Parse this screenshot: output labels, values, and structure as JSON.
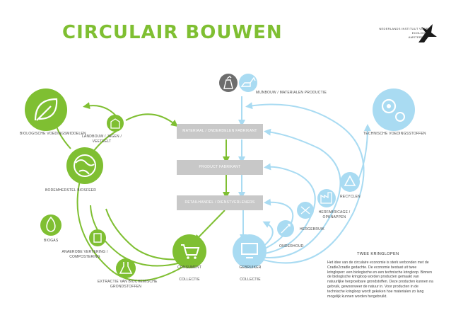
{
  "header": {
    "title": "CIRCULAIR BOUWEN",
    "brand_lines": [
      "NEDERLANDS INSTITUUT VOOR",
      "ECOLOGIE",
      "AMSTERDAM"
    ]
  },
  "colors": {
    "green": "#7fbf32",
    "blue": "#a9dbf2",
    "box": "#c8c8c8",
    "logo": "#1a1a1a"
  },
  "stages": {
    "mining": "MIJNBOUW / MATERIALEN PRODUCTIE",
    "material_factory": "MATERIAAL / ONDERDELEN FABRIKANT",
    "product_factory": "PRODUCT FABRIKANT",
    "retail": "DETAILHANDEL / DIENSTVERLENERS"
  },
  "biological": {
    "nutrients": "BIOLOGISCHE VOEDINGSMIDDELEN",
    "agriculture": [
      "LANDBOUW / JAGEN /",
      "VEETEELT"
    ],
    "soil": "BODEMHERSTEL BIOSFEER",
    "biogas": "BIOGAS",
    "digestion": [
      "ANAEROBE VERTERING /",
      "COMPOSTERING"
    ],
    "extraction": [
      "EXTRACTIE VAN BIOCHEMISCHE",
      "GRONDSTOFFEN"
    ],
    "consumer": "CONSUMENT",
    "collection": "COLLECTIE"
  },
  "technical": {
    "nutrients": "TECHNISCHE VOEDINGSSTOFFEN",
    "recycling": "RECYCLEN",
    "refurbish": [
      "HERFABRICAGE /",
      "OPKNAPPEN"
    ],
    "reuse": "HERGEBRUIK",
    "maintenance": "ONDERHOUD",
    "user": "GEBRUIKER",
    "collection": "COLLECTIE"
  },
  "sidebar": {
    "heading": "TWEE KRINGLOPEN",
    "text": "Het idee van de circulaire economie is sterk verbonden met de Cradle2cradle gedachte. De economie bestaat uit twee kringlopen: een biologische en een technische kringloop. Binnen de biologische kringloop worden producten gemaakt van natuurlijke hergroeibare grondstoffen. Deze producten kunnen na gebruik, gewoonweer de natuur in. Voor producten in de technische kringloop wordt gekeken hoe materialen zo lang mogelijk kunnen worden hergebruikt."
  }
}
